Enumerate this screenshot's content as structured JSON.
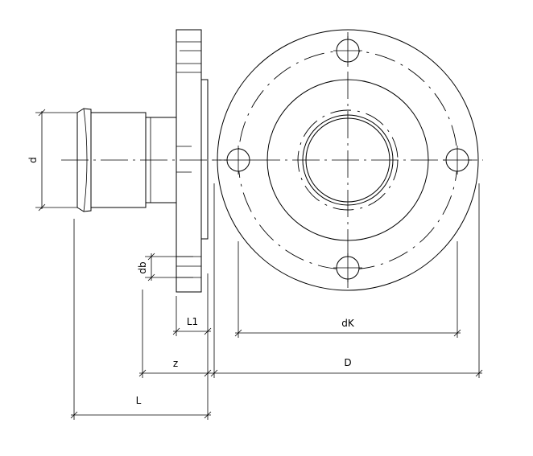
{
  "labels": {
    "d": "d",
    "db": "db",
    "L1": "L1",
    "z": "z",
    "L": "L",
    "dk": "dK",
    "D": "D"
  }
}
